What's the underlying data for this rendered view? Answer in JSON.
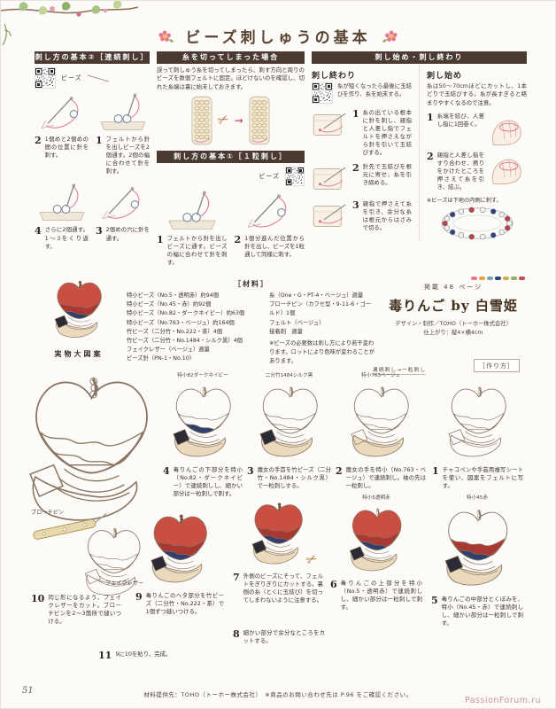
{
  "page": {
    "number": "51",
    "watermark": "PassionForum.ru",
    "title": "ビーズ刺しゅうの基本",
    "footer": "材料提供先：TOHO（トーホー株式会社）　※商品のお問い合わせ先は P.96 をご確認ください。"
  },
  "icons": {
    "scissors": "✂",
    "arrow": "→"
  },
  "colors": {
    "header_brown": "#4a3a32",
    "thread_pink": "#e0759a",
    "apple_red": "#c94f43",
    "apple_dark_red": "#a83832",
    "apple_navy": "#31406b",
    "hand_beige": "#ead9bd"
  },
  "renzoku": {
    "header": "刺し方の基本②［連続刺し］",
    "bead_label": "ビーズ",
    "steps": [
      {
        "num": "2",
        "text": "1個めと2個めの間の位置に針を刺す。"
      },
      {
        "num": "1",
        "text": "フェルトから針を出しビーズを2個通す。2個の幅に合わせて針を刺す。"
      },
      {
        "num": "4",
        "text": "さらに2個通す。1〜3をくり返す。"
      },
      {
        "num": "3",
        "text": "2個めの穴に針を通す。"
      }
    ]
  },
  "itokire": {
    "header": "糸を切ってしまった場合",
    "body": "誤って刺しゅう糸を切ってしまったら、刺す方向と周りのビーズを数個フェルトに固定。ほどけないのを確認し、切れた糸端は裏に始末しておきます。"
  },
  "hitotsubu": {
    "header": "刺し方の基本①［１粒刺し］",
    "bead_label": "ビーズ",
    "steps": [
      {
        "num": "1",
        "text": "フェルトから針を出しビーズに通す。ビーズの幅に合わせて針を刺す。"
      },
      {
        "num": "2",
        "text": "1個分進んだ位置から針を出し、ビーズを1粒通して同様に刺す。"
      }
    ]
  },
  "hajime_owari": {
    "header": "刺し始め・刺し終わり",
    "owari": {
      "title": "刺し終わり",
      "intro": "糸が短くなったら最後に玉結びを作り、糸を始末する。",
      "steps": [
        {
          "num": "1",
          "text": "糸の出ている根本に針を刺し、親指と人差し指でフェルトを押さえながら針を引いて玉結びする。"
        },
        {
          "num": "2",
          "text": "針先で玉結びを根元に寄せ、糸を引き締める。"
        },
        {
          "num": "3",
          "text": "親指で押さえて糸を引き、余分な糸は根元からはさみで切る。"
        }
      ]
    },
    "hajime": {
      "title": "刺し始め",
      "intro": "糸は50〜70cmほどにカットし、1本どりで玉結びする。糸が長すぎると絡まりやすくなるので注意。",
      "steps": [
        {
          "num": "1",
          "text": "糸端を結び、人差し指に1回巻く。"
        },
        {
          "num": "2",
          "text": "親指と人差し指をすり合わせ、撚りをかけたところを押さえて糸を引き、結ぶ。"
        }
      ],
      "note": "※ビーズは下地の内側に刺す。"
    }
  },
  "materials": {
    "header": "［材料］",
    "col1": [
      "特小ビーズ（No.5・透明赤）約94個",
      "特小ビーズ（No.45・赤）約92個",
      "特小ビーズ（No.82・ダークネイビー）約63個",
      "特小ビーズ（No.763・ベージュ）約164個",
      "竹ビーズ（二分竹・No.222・茶）4個",
      "竹ビーズ（二分竹・No.1484・シルク黒）4個",
      "フェイクレザー（ベージュ）適量",
      "ビーズ針（PN-1・No.10）"
    ],
    "col2": [
      "糸（One・G・PT-4・ベージュ）適量",
      "ブローチピン（カフセ型・9-11-6・ゴールド）1個",
      "フェルト（ベージュ）",
      "接着剤　適量"
    ],
    "note": "※ビーズの必要数は刺し方により若干変わります。ロットにより色味が変わることがあります。"
  },
  "project": {
    "page_ref": "掲載 48 ページ",
    "title": "毒りんご by 白雪姫",
    "credit": "デザイン・制作／TOHO（トーホー株式会社）",
    "size": "仕上がり：縦4×横4cm",
    "pattern_label": "実物大図案",
    "brooch_label": "ブローチピン",
    "leather_label": "フェイクレザー"
  },
  "howto": {
    "tag": "［作り方］",
    "row_label": "連続刺し→一粒刺し",
    "steps": [
      {
        "num": "1",
        "text": "チャコペンや手芸用複写シートを使い、図案をフェルトに写す。",
        "label": ""
      },
      {
        "num": "2",
        "text": "魔女の手を特小（No.763・ベージュ）で連続刺し。袖の先は一粒刺し。",
        "label": "特小763ベージュ"
      },
      {
        "num": "3",
        "text": "魔女の手首を竹ビーズ（二分竹・No.1484・シルク黒）で一粒刺しする。",
        "label": "二分竹1484シルク黒"
      },
      {
        "num": "4",
        "text": "毒りんごの下部分を特小（No.82・ダークネイビー）で連続刺しし、細かい部分は一粒刺しで刺す。",
        "label": "特小82ダークネイビー"
      },
      {
        "num": "5",
        "text": "毒りんごの中部分とくぼみを、特小（No.45・赤）で連続刺しし、細かい部分は一粒刺しで刺す。",
        "label": "特小45赤"
      },
      {
        "num": "6",
        "text": "毒りんごの上部分を特小（No.5・透明赤）で連続刺しし、細かい部分は一粒刺しで刺す。",
        "label": "特小5透明赤"
      },
      {
        "num": "7",
        "text": "外側のビーズにそって、フェルトをぎりぎりにカットする。裏側の糸（とくに玉結び）を切ってしまわないように注意する。"
      },
      {
        "num": "8",
        "text": "細かい部分で余分なところをカットする。"
      },
      {
        "num": "9",
        "text": "毒りんごのヘタ部分を竹ビーズ（二分竹・No.222・茶）で1個ずつ縫いつける。"
      },
      {
        "num": "10",
        "text": "同じ形になるよう、フェイクレザーをカット。ブローチピンを2〜3箇所で縫いつける。"
      },
      {
        "num": "11",
        "text": "9に10を貼り、完成。"
      }
    ]
  }
}
